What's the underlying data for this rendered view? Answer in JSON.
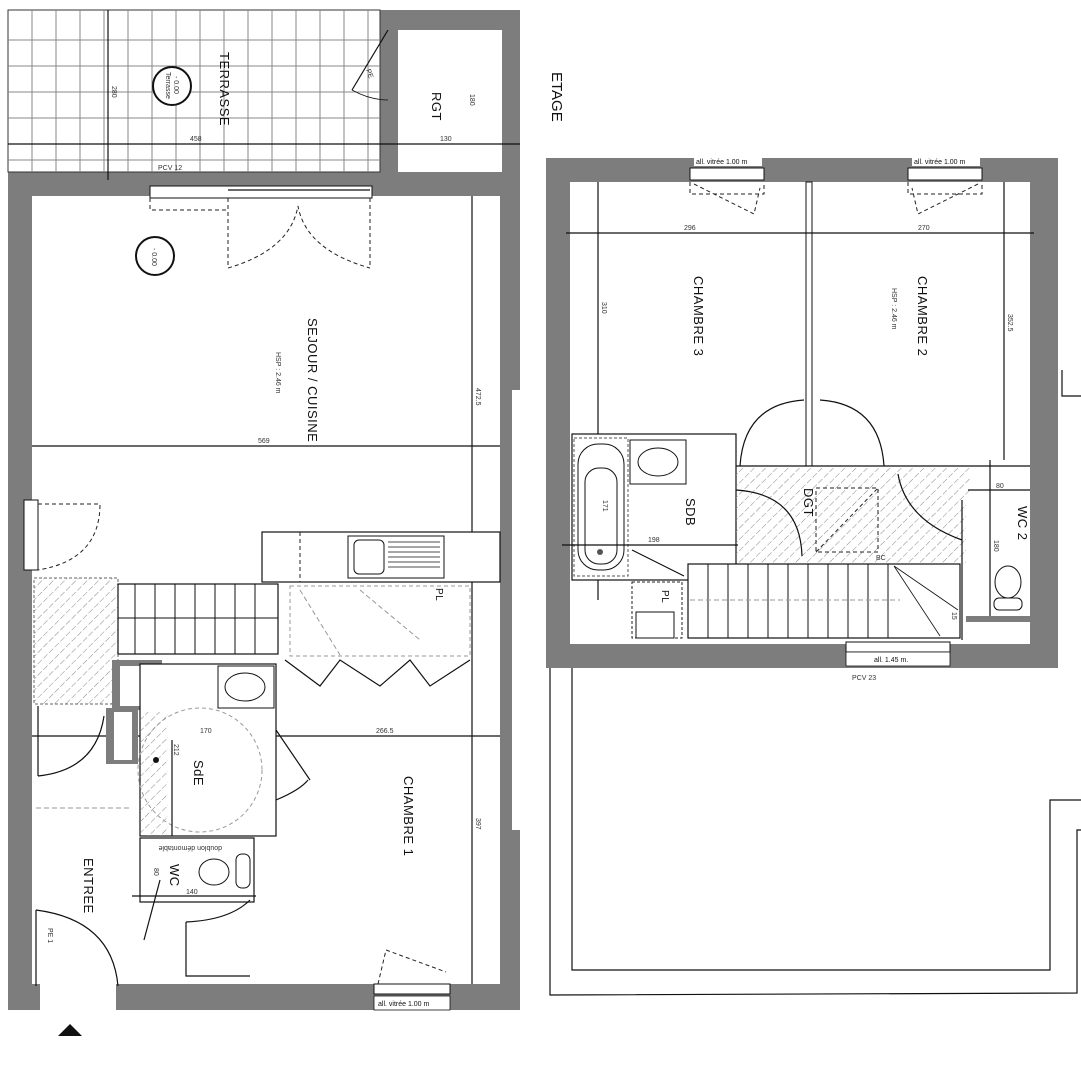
{
  "plan": {
    "upper_floor_title": "ETAGE",
    "colors": {
      "wall": "#7d7d7d",
      "line": "#111111",
      "background": "#ffffff",
      "terrace_grid": "#888888"
    },
    "ground_floor": {
      "rooms": {
        "terrasse": {
          "label": "TERRASSE",
          "level_badge_line1": "Terrasse",
          "level_badge_line2": "- 0.00",
          "dim_width": "458",
          "dim_height": "280",
          "door_code": "PCV 12"
        },
        "rgt": {
          "label": "RGT",
          "dim_width": "130",
          "dim_height": "180",
          "door_tag": "PE"
        },
        "sejour": {
          "label": "SEJOUR / CUISINE",
          "hsp": "HSP : 2.46 m",
          "level_badge": "- 0.00",
          "dim_width": "569",
          "dim_height": "472.5"
        },
        "kitchen": {
          "fridge_tag": "PL"
        },
        "sde": {
          "label": "SdE",
          "dim_width": "170",
          "dim_height": "212",
          "note": "doublon démontable"
        },
        "wc": {
          "label": "WC",
          "dim_width": "140",
          "dim_height": "80"
        },
        "chambre1": {
          "label": "CHAMBRE 1",
          "dim_width": "266.5",
          "dim_height": "397",
          "window": "all. vitrée 1.00 m"
        },
        "entree": {
          "label": "ENTREE",
          "door_tag": "PE 1"
        }
      },
      "entrance_marker": "entrance-arrow"
    },
    "upper_floor": {
      "rooms": {
        "chambre3": {
          "label": "CHAMBRE 3",
          "dim_width": "296",
          "dim_height": "310",
          "window": "all. vitrée 1.00 m"
        },
        "chambre2": {
          "label": "CHAMBRE 2",
          "hsp": "HSP : 2.46 m",
          "dim_width": "270",
          "dim_height": "352.5",
          "window": "all. vitrée 1.00 m"
        },
        "sdb": {
          "label": "SDB",
          "dim_width": "198",
          "bath_length": "171"
        },
        "dgt": {
          "label": "DGT",
          "tag": "BC"
        },
        "wc2": {
          "label": "WC 2",
          "dim_width": "80",
          "dim_height": "180"
        },
        "stairs": {
          "closet_tag": "PL",
          "window": "all. 1.45 m.",
          "door_code": "PCV 23",
          "step_last": "15"
        }
      }
    }
  }
}
